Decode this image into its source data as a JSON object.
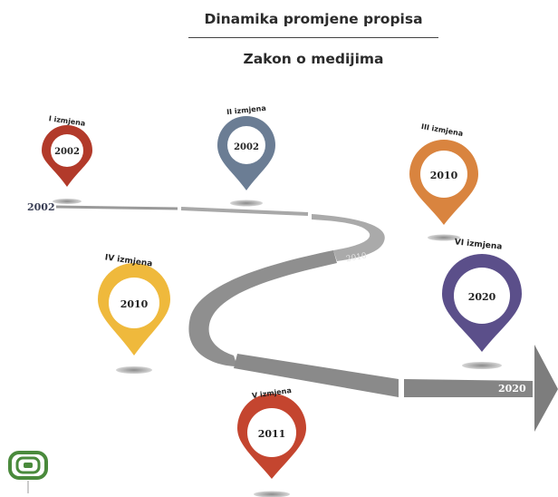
{
  "header": {
    "title": "Dinamika promjene propisa",
    "subtitle": "Zakon o medijima"
  },
  "timeline": {
    "start_label": "2002",
    "mid_label": "2010",
    "end_label": "2020"
  },
  "amendments": [
    {
      "label": "I izmjena",
      "year": "2002",
      "color": "#b23a2a"
    },
    {
      "label": "II izmjena",
      "year": "2002",
      "color": "#6b7d94"
    },
    {
      "label": "III izmjena",
      "year": "2010",
      "color": "#d9843f"
    },
    {
      "label": "IV izmjena",
      "year": "2010",
      "color": "#efb93c"
    },
    {
      "label": "V izmjena",
      "year": "2011",
      "color": "#c4452f"
    },
    {
      "label": "VI izmjena",
      "year": "2020",
      "color": "#5b4f8a"
    }
  ],
  "colors": {
    "road": "#8c8c8c",
    "road_light": "#b5b5b5",
    "logo": "#4a8a3c"
  }
}
